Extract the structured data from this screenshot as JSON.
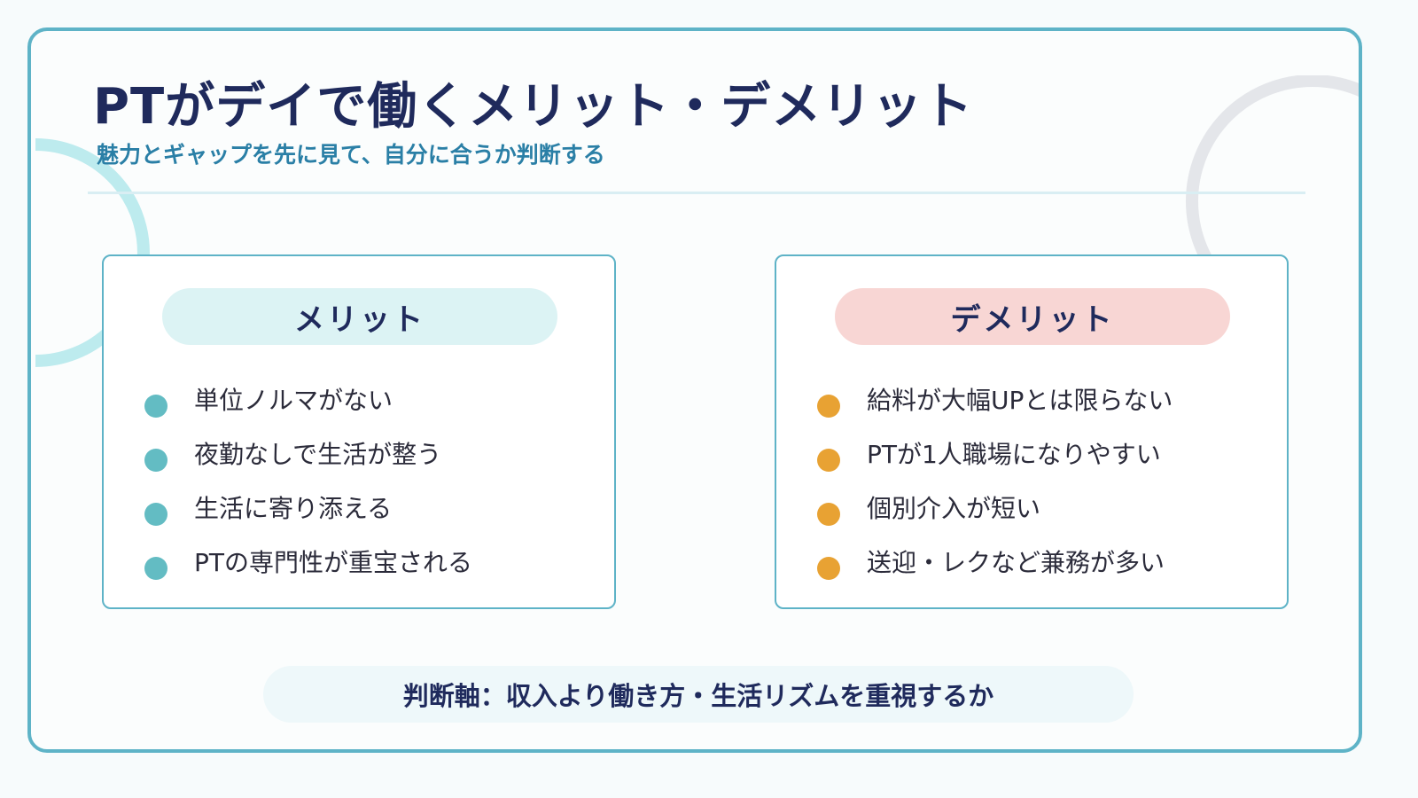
{
  "slide": {
    "title": "PTがデイで働くメリット・デメリット",
    "subtitle": "魅力とギャップを先に見て、自分に合うか判断する"
  },
  "merit": {
    "heading": "メリット",
    "items": [
      "単位ノルマがない",
      "夜勤なしで生活が整う",
      "生活に寄り添える",
      "PTの専門性が重宝される"
    ]
  },
  "demerit": {
    "heading": "デメリット",
    "items": [
      "給料が大幅UPとは限らない",
      "PTが1人職場になりやすい",
      "個別介入が短い",
      "送迎・レクなど兼務が多い"
    ]
  },
  "footer": {
    "text": "判断軸：収入より働き方・生活リズムを重視するか"
  },
  "colors": {
    "frame_border": "#5eb3c7",
    "title": "#1f2a5c",
    "subtitle": "#2a7fa6",
    "merit_pill": "#dcf3f4",
    "demerit_pill": "#f8d6d4",
    "merit_bullet": "#63bcc3",
    "demerit_bullet": "#e8a233"
  }
}
